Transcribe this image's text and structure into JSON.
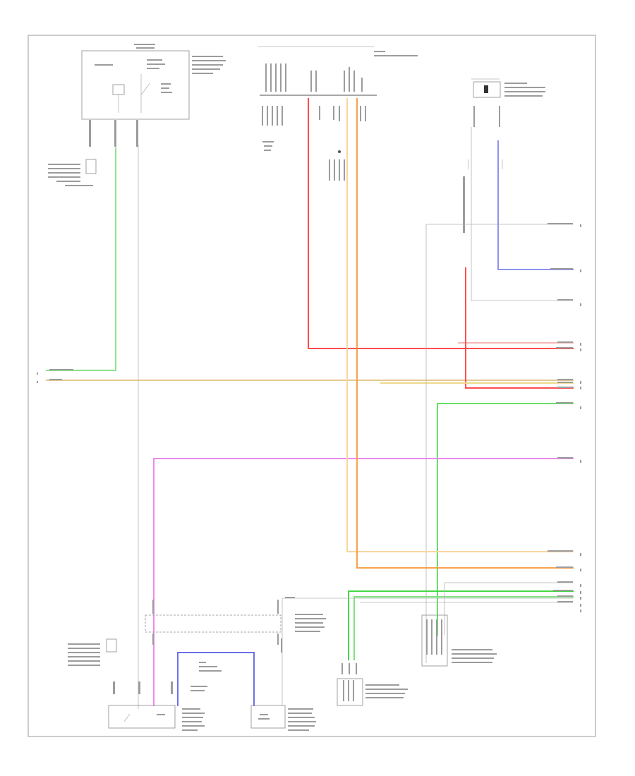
{
  "diagram": {
    "figure_id": "",
    "colors": {
      "green": "#8fe08f",
      "bright_green": "#43d843",
      "red": "#ff4d4d",
      "pink": "#ff8fb0",
      "magenta": "#ee88ee",
      "orange": "#f7a24a",
      "light_orange": "#f8d6a0",
      "tan": "#d8b878",
      "blue": "#6b70e8",
      "light_blue": "#8f92ee",
      "gray": "#9a9a9a",
      "yellow": "#f0d98a"
    },
    "components": [
      {
        "id": "top-left-module"
      },
      {
        "id": "main-connector-block"
      },
      {
        "id": "top-right-sensor"
      },
      {
        "id": "pump-module"
      },
      {
        "id": "right-pump-module"
      },
      {
        "id": "fuel-tank-sensor"
      },
      {
        "id": "right-bottom-connector"
      },
      {
        "id": "upper-connector-bar"
      }
    ]
  }
}
